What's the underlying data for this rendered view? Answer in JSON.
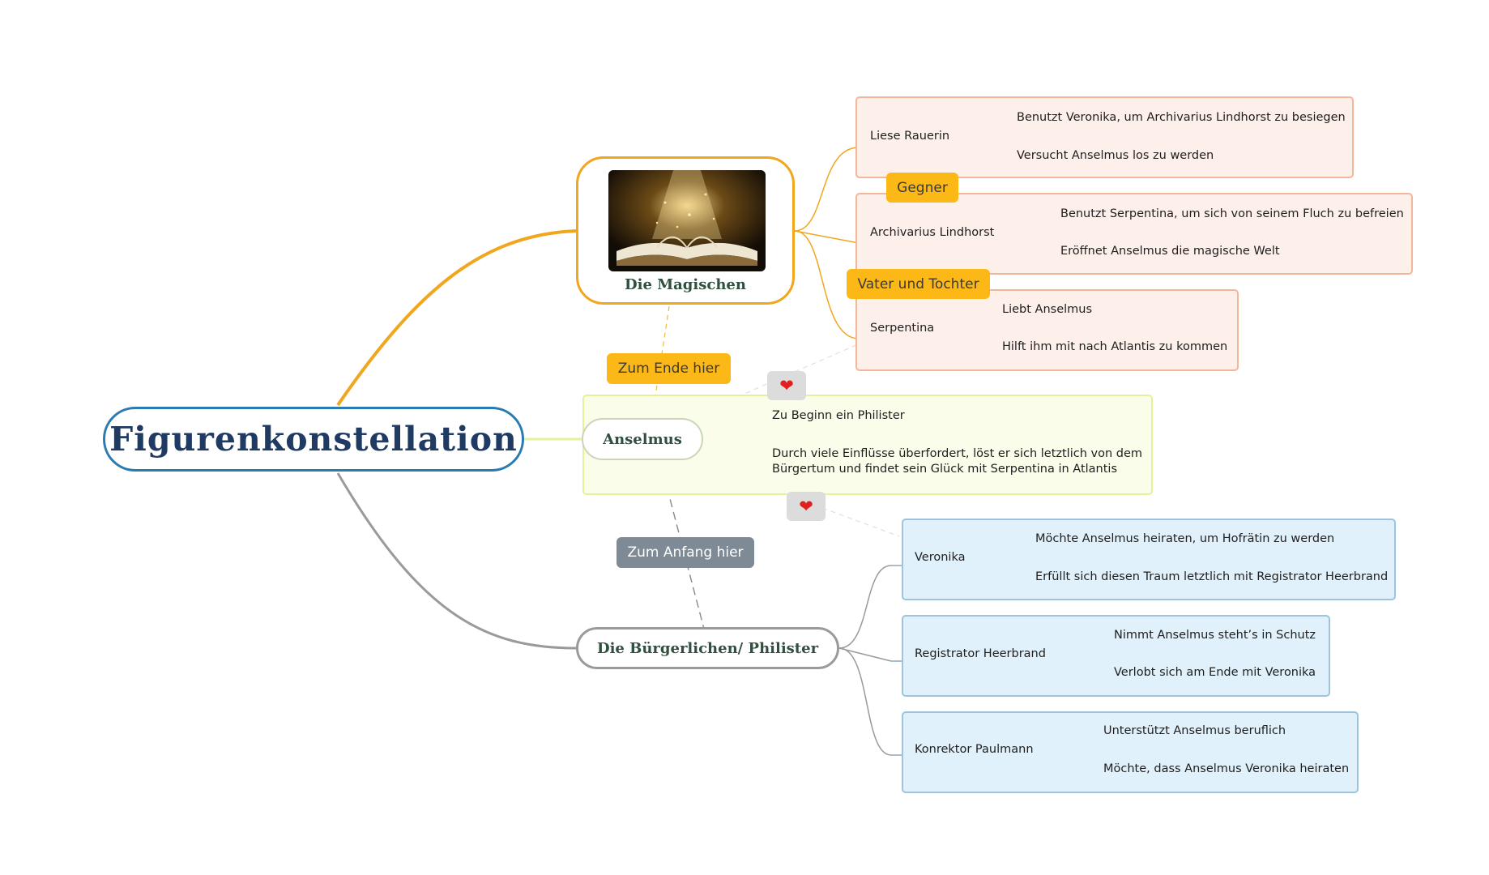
{
  "colors": {
    "root": "#2b7bb0",
    "magic": "#f0a61d",
    "burger": "#9a9a9a",
    "anselmus": "#e4f19a",
    "tag_yellow": "#fbb817",
    "tag_grey": "#7e8b96"
  },
  "root": {
    "title": "Figurenkonstellation"
  },
  "magic": {
    "title": "Die Magischen",
    "image_icon": "open-magic-book-image",
    "items": [
      {
        "name": "Liese Rauerin",
        "details": [
          "Benutzt Veronika, um Archivarius Lindhorst zu besiegen",
          "Versucht Anselmus los zu werden"
        ]
      },
      {
        "name": "Archivarius Lindhorst",
        "details": [
          "Benutzt Serpentina, um sich von seinem Fluch zu befreien",
          "Eröffnet Anselmus die magische Welt"
        ]
      },
      {
        "name": "Serpentina",
        "details": [
          "Liebt Anselmus",
          "Hilft ihm mit nach Atlantis zu kommen"
        ]
      }
    ]
  },
  "anselmus": {
    "title": "Anselmus",
    "details": [
      "Zu Beginn ein Philister",
      "Durch viele Einflüsse überfordert, löst er sich letztlich von dem",
      "Bürgertum und findet sein Glück mit Serpentina in Atlantis"
    ]
  },
  "burger": {
    "title": "Die Bürgerlichen/ Philister",
    "items": [
      {
        "name": "Veronika",
        "details": [
          "Möchte Anselmus heiraten, um Hofrätin zu werden",
          "Erfüllt sich diesen Traum letztlich mit Registrator Heerbrand"
        ]
      },
      {
        "name": "Registrator Heerbrand",
        "details": [
          "Nimmt Anselmus  steht’s in Schutz",
          "Verlobt sich am Ende mit Veronika"
        ]
      },
      {
        "name": "Konrektor Paulmann",
        "details": [
          "Unterstützt Anselmus beruflich",
          "Möchte, dass Anselmus Veronika heiraten"
        ]
      }
    ]
  },
  "relations": {
    "gegner": "Gegner",
    "vater_tochter": "Vater und Tochter",
    "zum_ende": "Zum Ende hier",
    "zum_anfang": "Zum Anfang hier",
    "heart_icon": "heart-icon"
  }
}
